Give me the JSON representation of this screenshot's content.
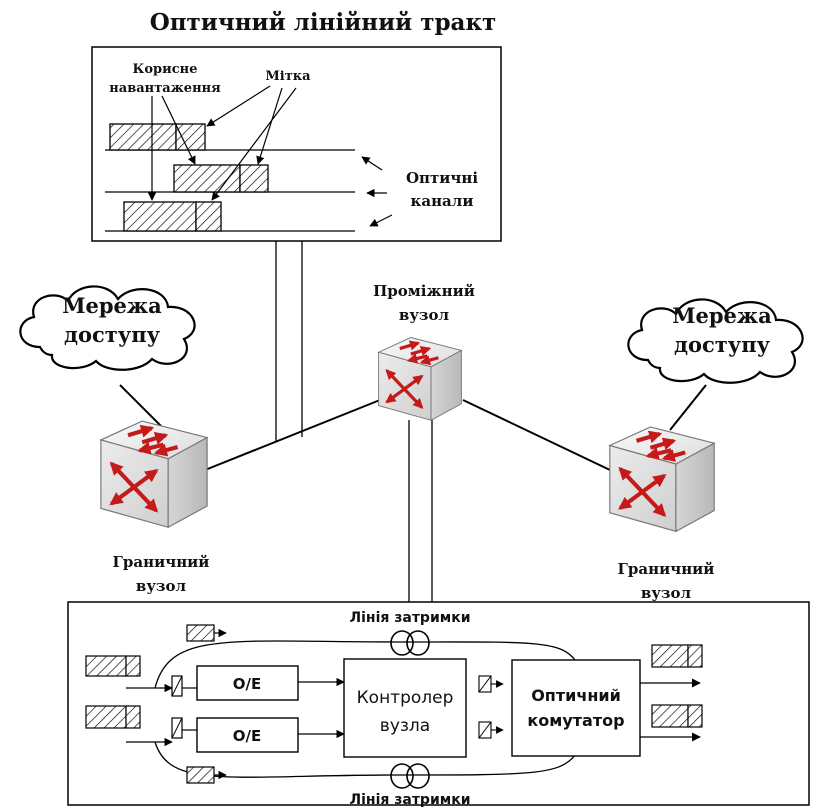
{
  "title": "Оптичний лінійний тракт",
  "top_panel": {
    "payload_label_line1": "Корисне",
    "payload_label_line2": "навантаження",
    "label_label": "Мітка",
    "channels_line1": "Оптичні",
    "channels_line2": "канали"
  },
  "access_left": {
    "line1": "Мережа",
    "line2": "доступу"
  },
  "access_right": {
    "line1": "Мережа",
    "line2": "доступу"
  },
  "intermediate_node": {
    "line1": "Проміжний",
    "line2": "вузол"
  },
  "edge_left": {
    "line1": "Граничний",
    "line2": "вузол"
  },
  "edge_right": {
    "line1": "Граничний",
    "line2": "вузол"
  },
  "node_detail": {
    "delay_line_top": "Лінія затримки",
    "delay_line_bottom": "Лінія затримки",
    "oe_top": "O/E",
    "oe_bottom": "O/E",
    "controller_line1": "Контролер",
    "controller_line2": "вузла",
    "switch_line1": "Оптичний",
    "switch_line2": "комутатор"
  },
  "icons": {
    "router": "router-cube-icon",
    "cloud": "cloud-icon",
    "coil": "fiber-coil-icon",
    "packet": "hatched-packet-icon"
  },
  "colors": {
    "router_arrows": "#c41a1a",
    "cube_face": "#e8e8e8"
  }
}
